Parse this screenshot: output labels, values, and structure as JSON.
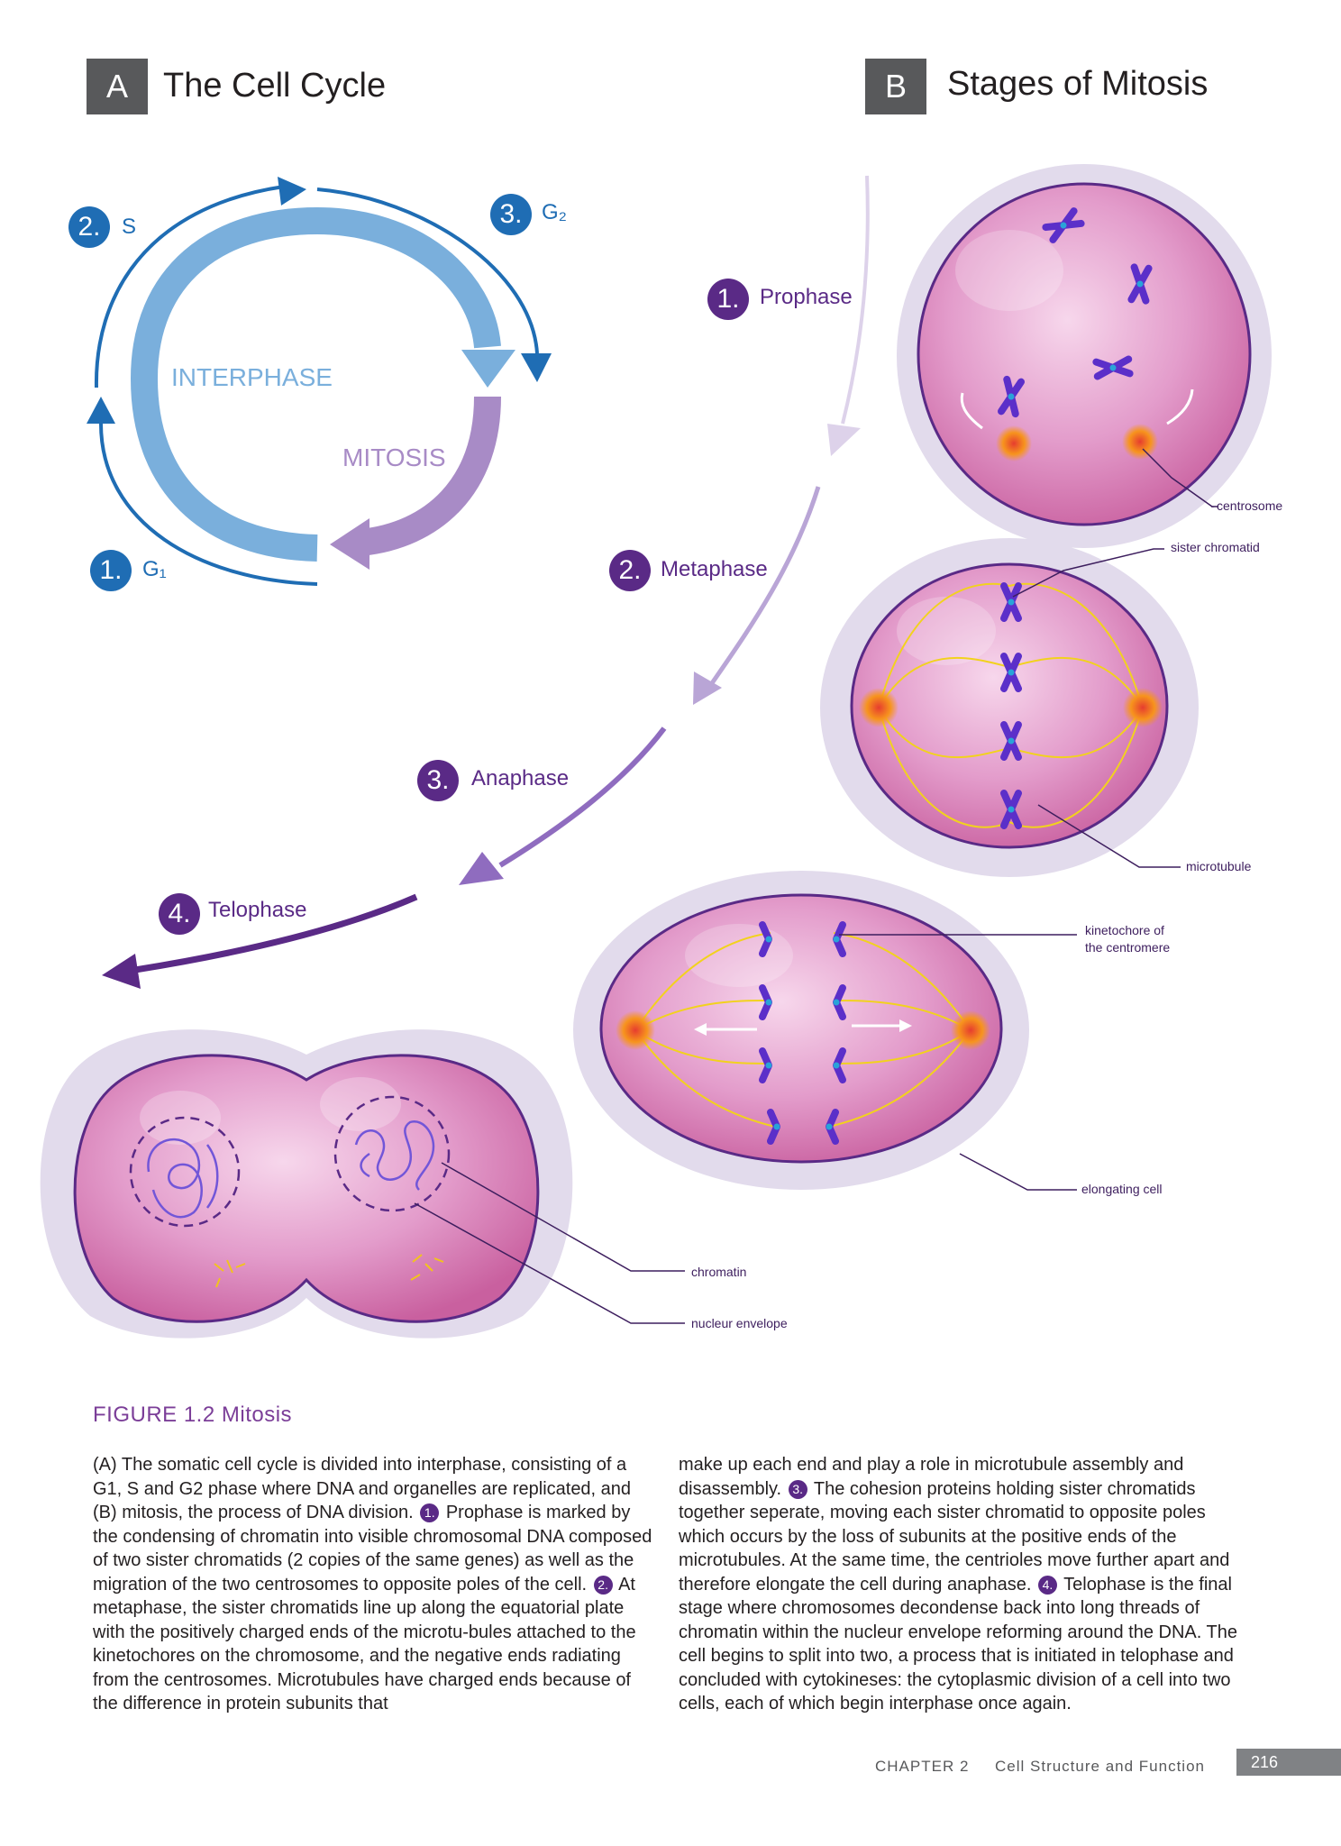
{
  "panel_a": {
    "letter": "A",
    "title": "The Cell Cycle"
  },
  "panel_b": {
    "letter": "B",
    "title": "Stages of Mitosis"
  },
  "cycle": {
    "g1": {
      "num": "1.",
      "label": "G₁"
    },
    "s": {
      "num": "2.",
      "label": "S"
    },
    "g2": {
      "num": "3.",
      "label": "G₂"
    },
    "interphase": "INTERPHASE",
    "mitosis": "MITOSIS"
  },
  "stages": [
    {
      "num": "1.",
      "label": "Prophase"
    },
    {
      "num": "2.",
      "label": "Metaphase"
    },
    {
      "num": "3.",
      "label": "Anaphase"
    },
    {
      "num": "4.",
      "label": "Telophase"
    }
  ],
  "callouts": {
    "centrosome": "centrosome",
    "sister_chromatid": "sister chromatid",
    "microtubule": "microtubule",
    "kinetochore_1": "kinetochore of",
    "kinetochore_2": "the centromere",
    "elongating_cell": "elongating cell",
    "chromatin": "chromatin",
    "nucleur_envelope": "nucleur envelope"
  },
  "figure": {
    "title": "FIGURE 1.2  Mitosis",
    "col1": {
      "t1": "(A) The somatic cell cycle is divided into interphase, consisting of a G1, S and G2 phase where DNA and organelles are replicated, and (B) mitosis, the process of DNA division.",
      "n1": "1.",
      "t2": "Prophase is marked by the condensing of chromatin into visible chromosomal DNA composed of two sister chromatids (2 copies of the same genes) as well as the migration of the two centrosomes to opposite poles of the cell.",
      "n2": "2.",
      "t3": "At metaphase, the sister chromatids line up along the equatorial plate with the positively charged ends of the microtu-bules attached to the kinetochores on the chromosome, and the negative ends radiating from the centrosomes. Microtubules have charged ends because of the difference in protein subunits that"
    },
    "col2": {
      "t1": "make up each end and play a role in microtubule assembly and disassembly.",
      "n3": "3.",
      "t2": "The cohesion proteins holding sister chromatids together seperate, moving each sister chromatid to opposite poles which occurs by the loss of subunits at the positive ends of the microtubules. At the same time,  the centrioles move further apart and therefore elongate the cell during anaphase.",
      "n4": "4.",
      "t3": "Telophase is the final stage where chromosomes decondense back into long threads of chromatin within the nucleur envelope reforming around the DNA. The cell begins to split into two, a process that is initiated in telophase and concluded with cytokineses: the cytoplasmic division of a cell into two cells, each of which begin interphase once again."
    }
  },
  "footer": {
    "chapter": "CHAPTER 2",
    "title": "Cell Structure and Function",
    "page": "216"
  },
  "colors": {
    "blue": "#1f6db4",
    "light_blue": "#7aafdc",
    "purple": "#5a2a86",
    "lavender": "#a88bc6",
    "cell_pink": "#d873b4",
    "halo": "#e2dbec"
  }
}
